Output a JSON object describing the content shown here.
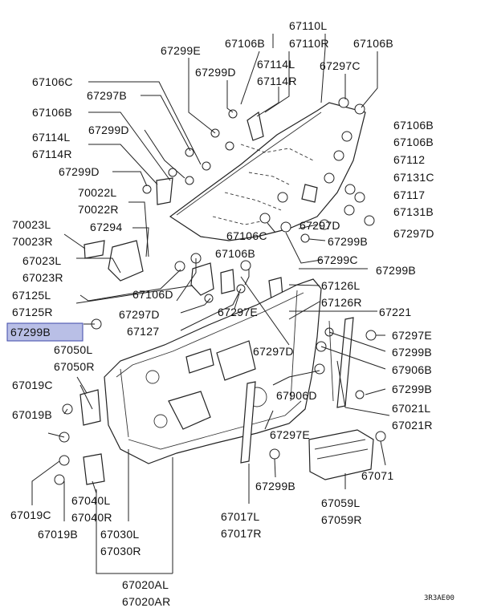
{
  "diagram": {
    "highlighted_part": "67299B",
    "highlight_color": "#b9bfe6",
    "highlight_border": "#3d47a8",
    "drawing_code": "3R3AE00",
    "labels": {
      "l_67110L": "67110L",
      "l_67110R": "67110R",
      "l_67299E": "67299E",
      "l_67106B_t1": "67106B",
      "l_67106B_t2": "67106B",
      "l_67299D_t": "67299D",
      "l_67114L_t": "67114L",
      "l_67114R_t": "67114R",
      "l_67297C": "67297C",
      "l_67106C_t": "67106C",
      "l_67297B": "67297B",
      "l_67106B_l": "67106B",
      "l_67299D_l": "67299D",
      "l_67114L_l": "67114L",
      "l_67114R_l": "67114R",
      "l_67299D_l2": "67299D",
      "l_70022L": "70022L",
      "l_70022R": "70022R",
      "l_70023L": "70023L",
      "l_70023R": "70023R",
      "l_67294": "67294",
      "l_67023L": "67023L",
      "l_67023R": "67023R",
      "l_67125L": "67125L",
      "l_67125R": "67125R",
      "l_67299B_hl": "67299B",
      "l_67050L": "67050L",
      "l_67050R": "67050R",
      "l_67019C_l": "67019C",
      "l_67019B_l": "67019B",
      "l_67019C_b": "67019C",
      "l_67019B_b": "67019B",
      "l_67040L": "67040L",
      "l_67040R": "67040R",
      "l_67030L": "67030L",
      "l_67030R": "67030R",
      "l_67020AL": "67020AL",
      "l_67020AR": "67020AR",
      "l_67106B_r1": "67106B",
      "l_67106B_r2": "67106B",
      "l_67112": "67112",
      "l_67131C": "67131C",
      "l_67117": "67117",
      "l_67131B": "67131B",
      "l_67297D_r": "67297D",
      "l_67297D_m": "67297D",
      "l_67299B_m": "67299B",
      "l_67106C_m": "67106C",
      "l_67299C": "67299C",
      "l_67106B_m": "67106B",
      "l_67299B_r": "67299B",
      "l_67106D": "67106D",
      "l_67126L": "67126L",
      "l_67126R": "67126R",
      "l_67297D_m2": "67297D",
      "l_67297E_m": "67297E",
      "l_67221": "67221",
      "l_67127": "67127",
      "l_67297D_m3": "67297D",
      "l_67297E_r": "67297E",
      "l_67299B_r2": "67299B",
      "l_67906B": "67906B",
      "l_67906D": "67906D",
      "l_67299B_r3": "67299B",
      "l_67021L": "67021L",
      "l_67021R": "67021R",
      "l_67297E_b": "67297E",
      "l_67299B_b": "67299B",
      "l_67071": "67071",
      "l_67017L": "67017L",
      "l_67017R": "67017R",
      "l_67059L": "67059L",
      "l_67059R": "67059R"
    }
  }
}
